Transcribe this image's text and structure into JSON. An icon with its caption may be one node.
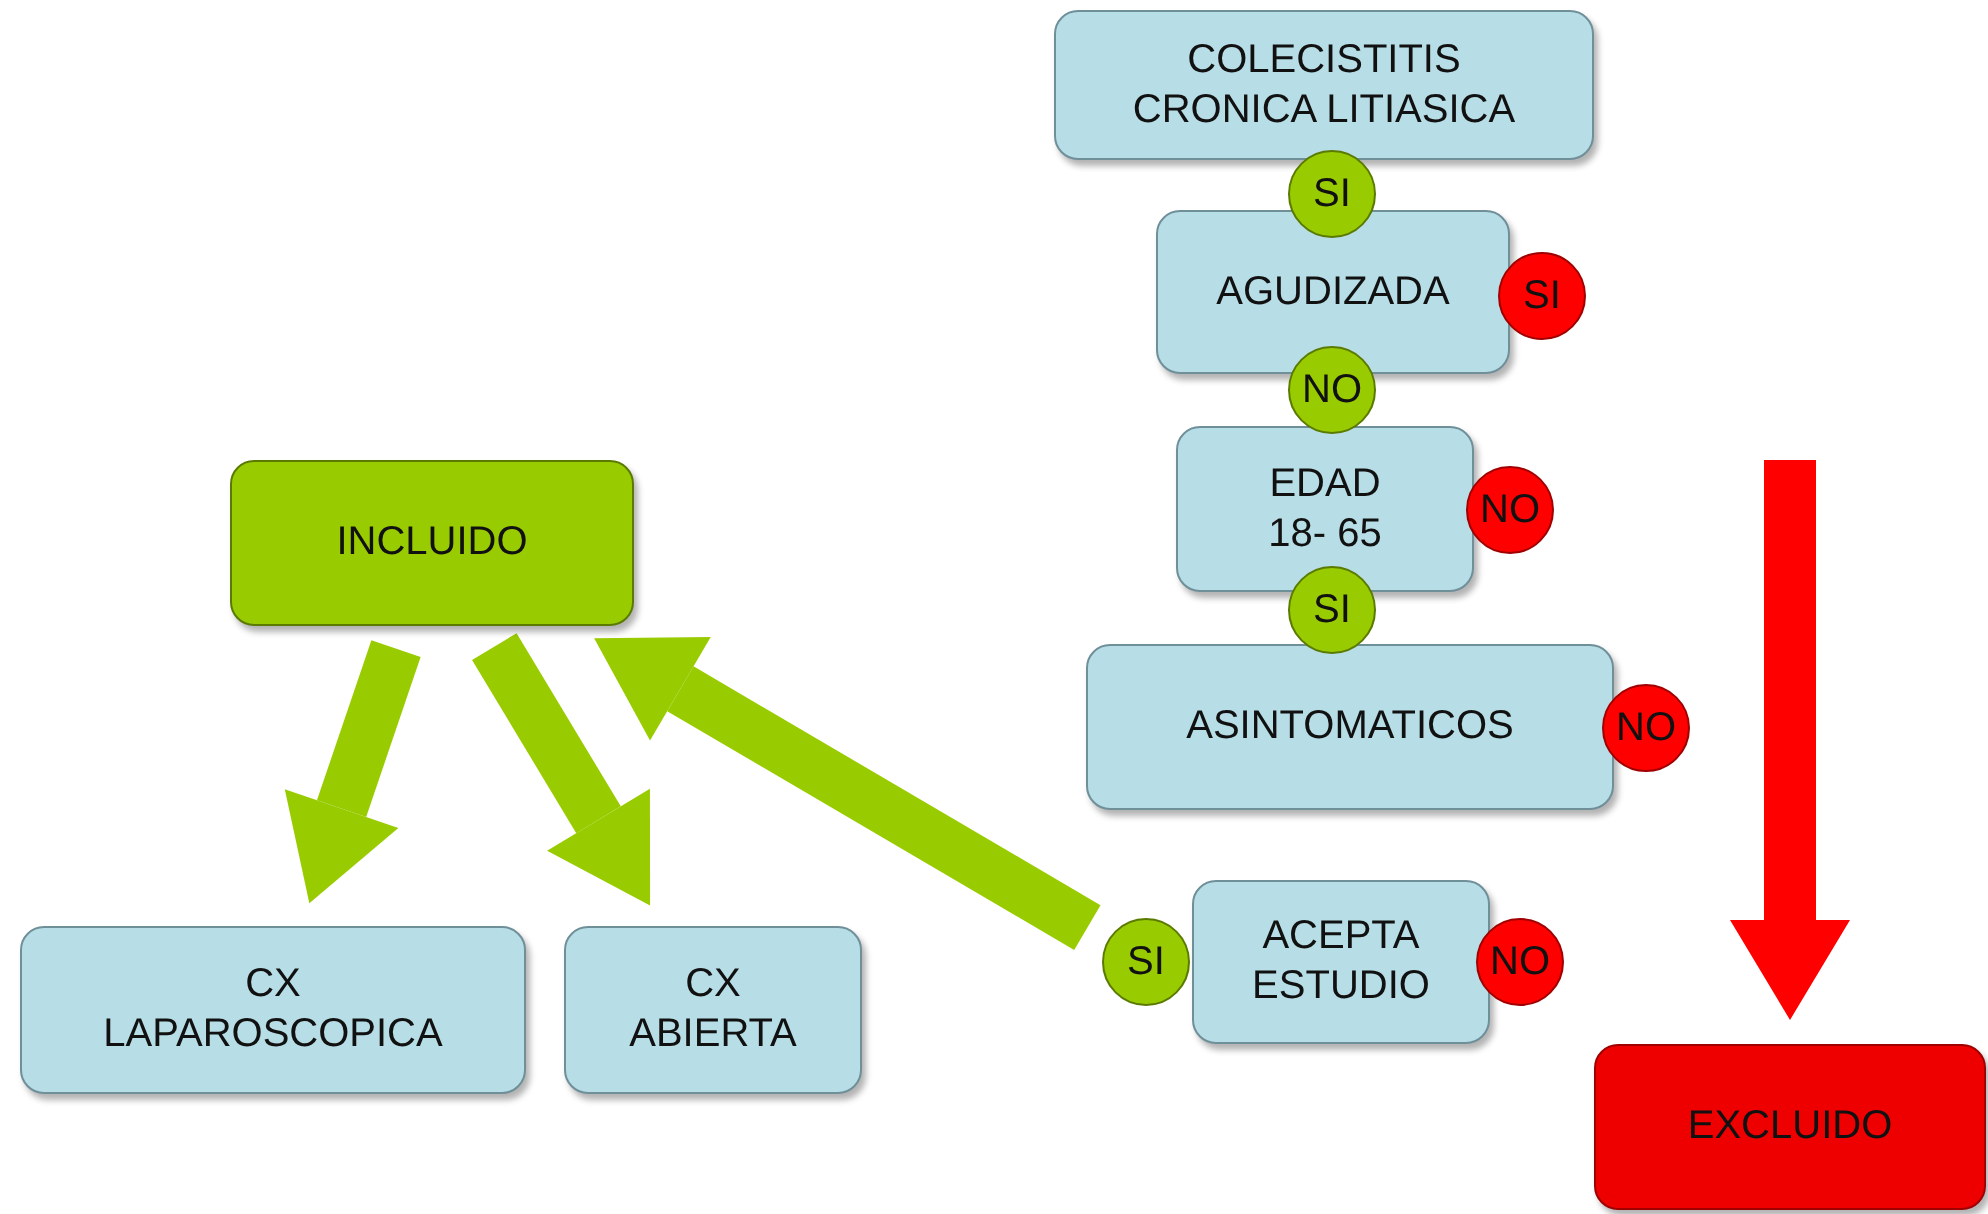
{
  "diagram": {
    "nodes": [
      {
        "text": [
          "COLECISTITIS CRONICA LITIASICA"
        ]
      },
      {
        "text": [
          "SI"
        ]
      },
      {
        "text": [
          "AGUDIZADA"
        ]
      },
      {
        "text": [
          "SI"
        ]
      },
      {
        "text": [
          "NO"
        ]
      },
      {
        "text": [
          "EDAD 18- 65"
        ]
      },
      {
        "text": [
          "NO"
        ]
      },
      {
        "text": [
          "SI"
        ]
      },
      {
        "text": [
          "ASINTOMATICOS"
        ]
      },
      {
        "text": [
          "NO"
        ]
      },
      {
        "text": [
          "ACEPTA ESTUDIO"
        ]
      },
      {
        "text": [
          "SI"
        ]
      },
      {
        "text": [
          "NO"
        ]
      },
      {
        "text": [
          "INCLUIDO"
        ]
      },
      {
        "text": [
          "CX LAPAROSCOPICA"
        ]
      },
      {
        "text": [
          "CX ABIERTA"
        ]
      },
      {
        "text": [
          "EXCLUIDO"
        ]
      }
    ],
    "edges": [
      {
        "from": 13,
        "to": 14,
        "arrow": "to"
      },
      {
        "from": 13,
        "to": 15,
        "arrow": "to"
      },
      {
        "from": 11,
        "to": 13,
        "arrow": "to"
      },
      {
        "from": null,
        "to": 16,
        "arrow": "to",
        "color": "#ff0000"
      }
    ]
  }
}
